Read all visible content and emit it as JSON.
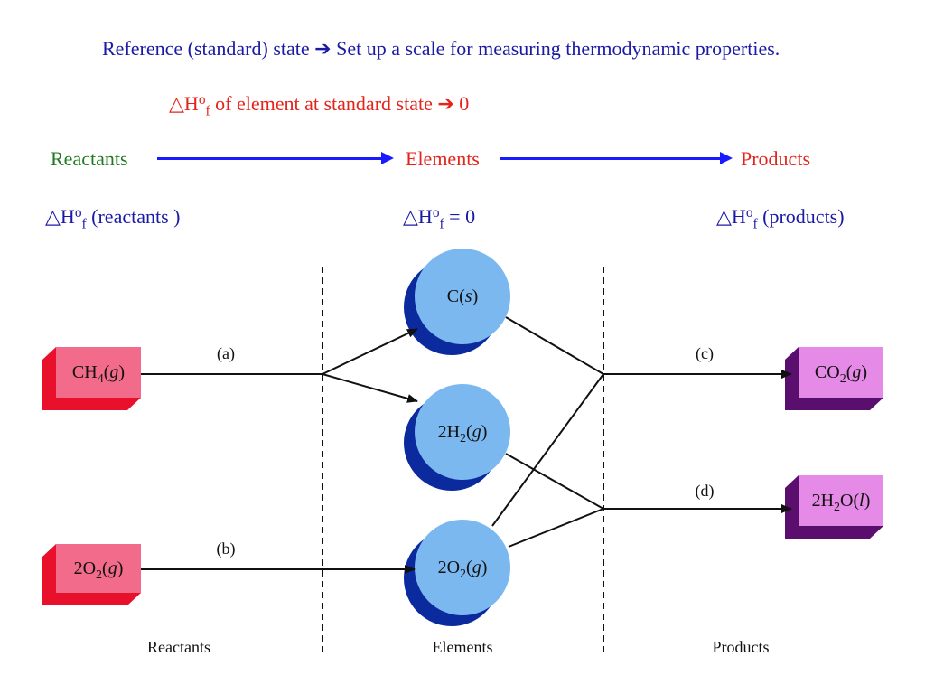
{
  "header": {
    "line1_a": "Reference (standard) state",
    "line1_arrow": "➔",
    "line1_b": "Set up a scale for measuring thermodynamic properties.",
    "line2_pre": "△H",
    "line2_sup": "o",
    "line2_sub": "f",
    "line2_post": "of element at standard state",
    "line2_arrow": "➔",
    "line2_value": "0"
  },
  "flow": {
    "reactants": "Reactants",
    "elements": "Elements",
    "products": "Products"
  },
  "enthalpy": {
    "reactants_pre": "△H",
    "reactants_sup": "o",
    "reactants_sub": "f",
    "reactants_post": "(reactants )",
    "elements_pre": "△H",
    "elements_sup": "o",
    "elements_sub": "f",
    "elements_post": "= 0",
    "products_pre": "△H",
    "products_sup": "o",
    "products_sub": "f",
    "products_post": "(products)"
  },
  "diagram": {
    "reactants": {
      "ch4_a": "CH",
      "ch4_sub": "4",
      "ch4_b": "(",
      "ch4_phase": "g",
      "ch4_c": ")",
      "o2_a": "2O",
      "o2_sub": "2",
      "o2_b": "(",
      "o2_phase": "g",
      "o2_c": ")"
    },
    "elements": {
      "c_a": "C(",
      "c_phase": "s",
      "c_b": ")",
      "h2_a": "2H",
      "h2_sub": "2",
      "h2_b": "(",
      "h2_phase": "g",
      "h2_c": ")",
      "o2_a": "2O",
      "o2_sub": "2",
      "o2_b": "(",
      "o2_phase": "g",
      "o2_c": ")"
    },
    "products": {
      "co2_a": "CO",
      "co2_sub": "2",
      "co2_b": "(",
      "co2_phase": "g",
      "co2_c": ")",
      "h2o_a": "2H",
      "h2o_sub": "2",
      "h2o_b": "O(",
      "h2o_phase": "l",
      "h2o_c": ")"
    },
    "paths": {
      "a": "(a)",
      "b": "(b)",
      "c": "(c)",
      "d": "(d)"
    },
    "columns": {
      "reactants": "Reactants",
      "elements": "Elements",
      "products": "Products"
    },
    "colors": {
      "reactant_box": "#f26b8a",
      "reactant_box_dark": "#e8102a",
      "element_circle": "#7bb8f0",
      "element_circle_dark": "#0b2a9e",
      "product_box": "#e58ae6",
      "product_box_dark": "#5a0f6e"
    }
  }
}
